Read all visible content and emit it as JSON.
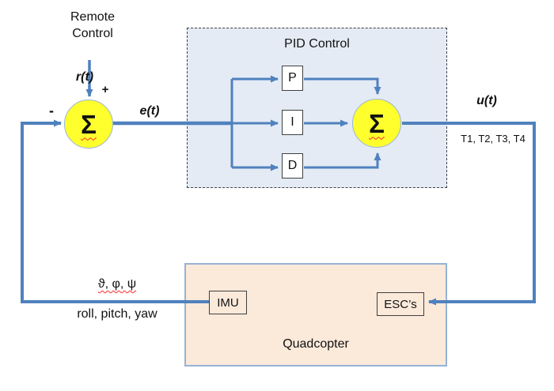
{
  "diagram": {
    "remote_label": "Remote\nControl",
    "signals": {
      "reference": "r(t)",
      "error": "e(t)",
      "control": "u(t)",
      "thrusts": "T1, T2, T3, T4",
      "angles": "ϑ, φ, ψ",
      "angles_names": "roll, pitch, yaw"
    },
    "signs": {
      "reference_plus": "+",
      "feedback_minus": "-",
      "i_plus": "+",
      "p_plus": "+",
      "d_plus": "+"
    },
    "sums": {
      "input_sum": "Σ",
      "output_sum": "Σ"
    },
    "pid": {
      "title": "PID Control",
      "p": "P",
      "i": "I",
      "d": "D"
    },
    "plant": {
      "title": "Quadcopter",
      "imu": "IMU",
      "esc": "ESC’s"
    },
    "colors": {
      "connector": "#4f81bd",
      "sum_fill": "#ffff2e",
      "sum_border": "#9ab4d6",
      "pid_box_fill": "#e4ebf5",
      "pid_box_border": "#404040",
      "plant_box_fill": "#fbe9da",
      "plant_box_border": "#95b3d7",
      "block_border": "#404040",
      "spellcheck_squiggle": "#ff2a2a"
    }
  }
}
